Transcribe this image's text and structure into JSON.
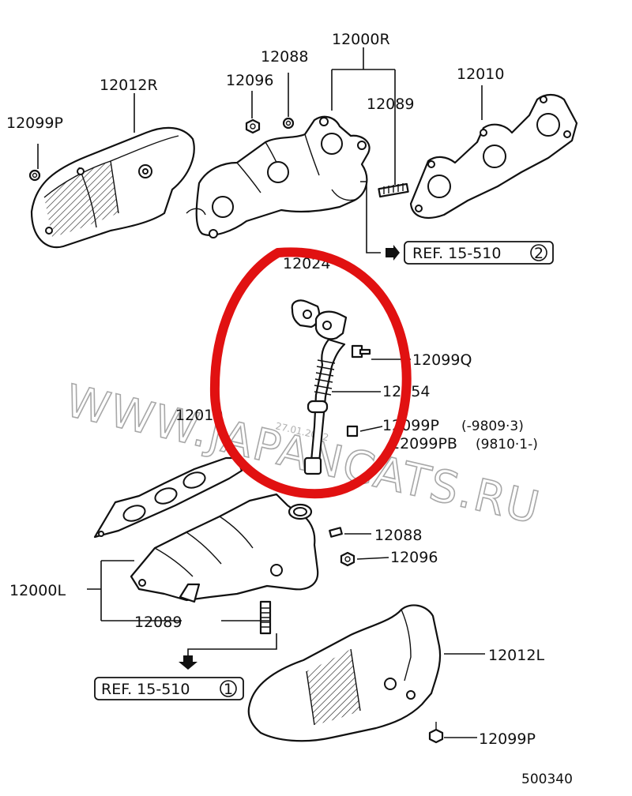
{
  "watermark": {
    "text": "WWW.JAPANCATS.RU",
    "date": "27.01.2012"
  },
  "highlight_color": "#e11111",
  "labels": {
    "p12000R": "12000R",
    "p12088_top": "12088",
    "p12096_top": "12096",
    "p12012R": "12012R",
    "p12099P_top": "12099P",
    "p12089_top": "12089",
    "p12010": "12010",
    "p12024": "12024",
    "p12099Q": "12099Q",
    "p12054": "12054",
    "p12099P_mid": "12099P",
    "p12099P_mid_range": "(-9809·3)",
    "p12099PB": "12099PB",
    "p12099PB_range": "(9810·1-)",
    "p1201x": "12010",
    "p12088_bot": "12088",
    "p12096_bot": "12096",
    "p12000L": "12000L",
    "p12089_bot": "12089",
    "p12012L": "12012L",
    "p12099P_bot": "12099P",
    "ref_top": "REF. 15-510",
    "ref_top_num": "2",
    "ref_bot": "REF. 15-510",
    "ref_bot_num": "1",
    "diagram_no": "500340"
  },
  "icons": {
    "ref_arrow_top": "arrow-right-icon",
    "ref_arrow_bot": "arrow-down-icon"
  }
}
